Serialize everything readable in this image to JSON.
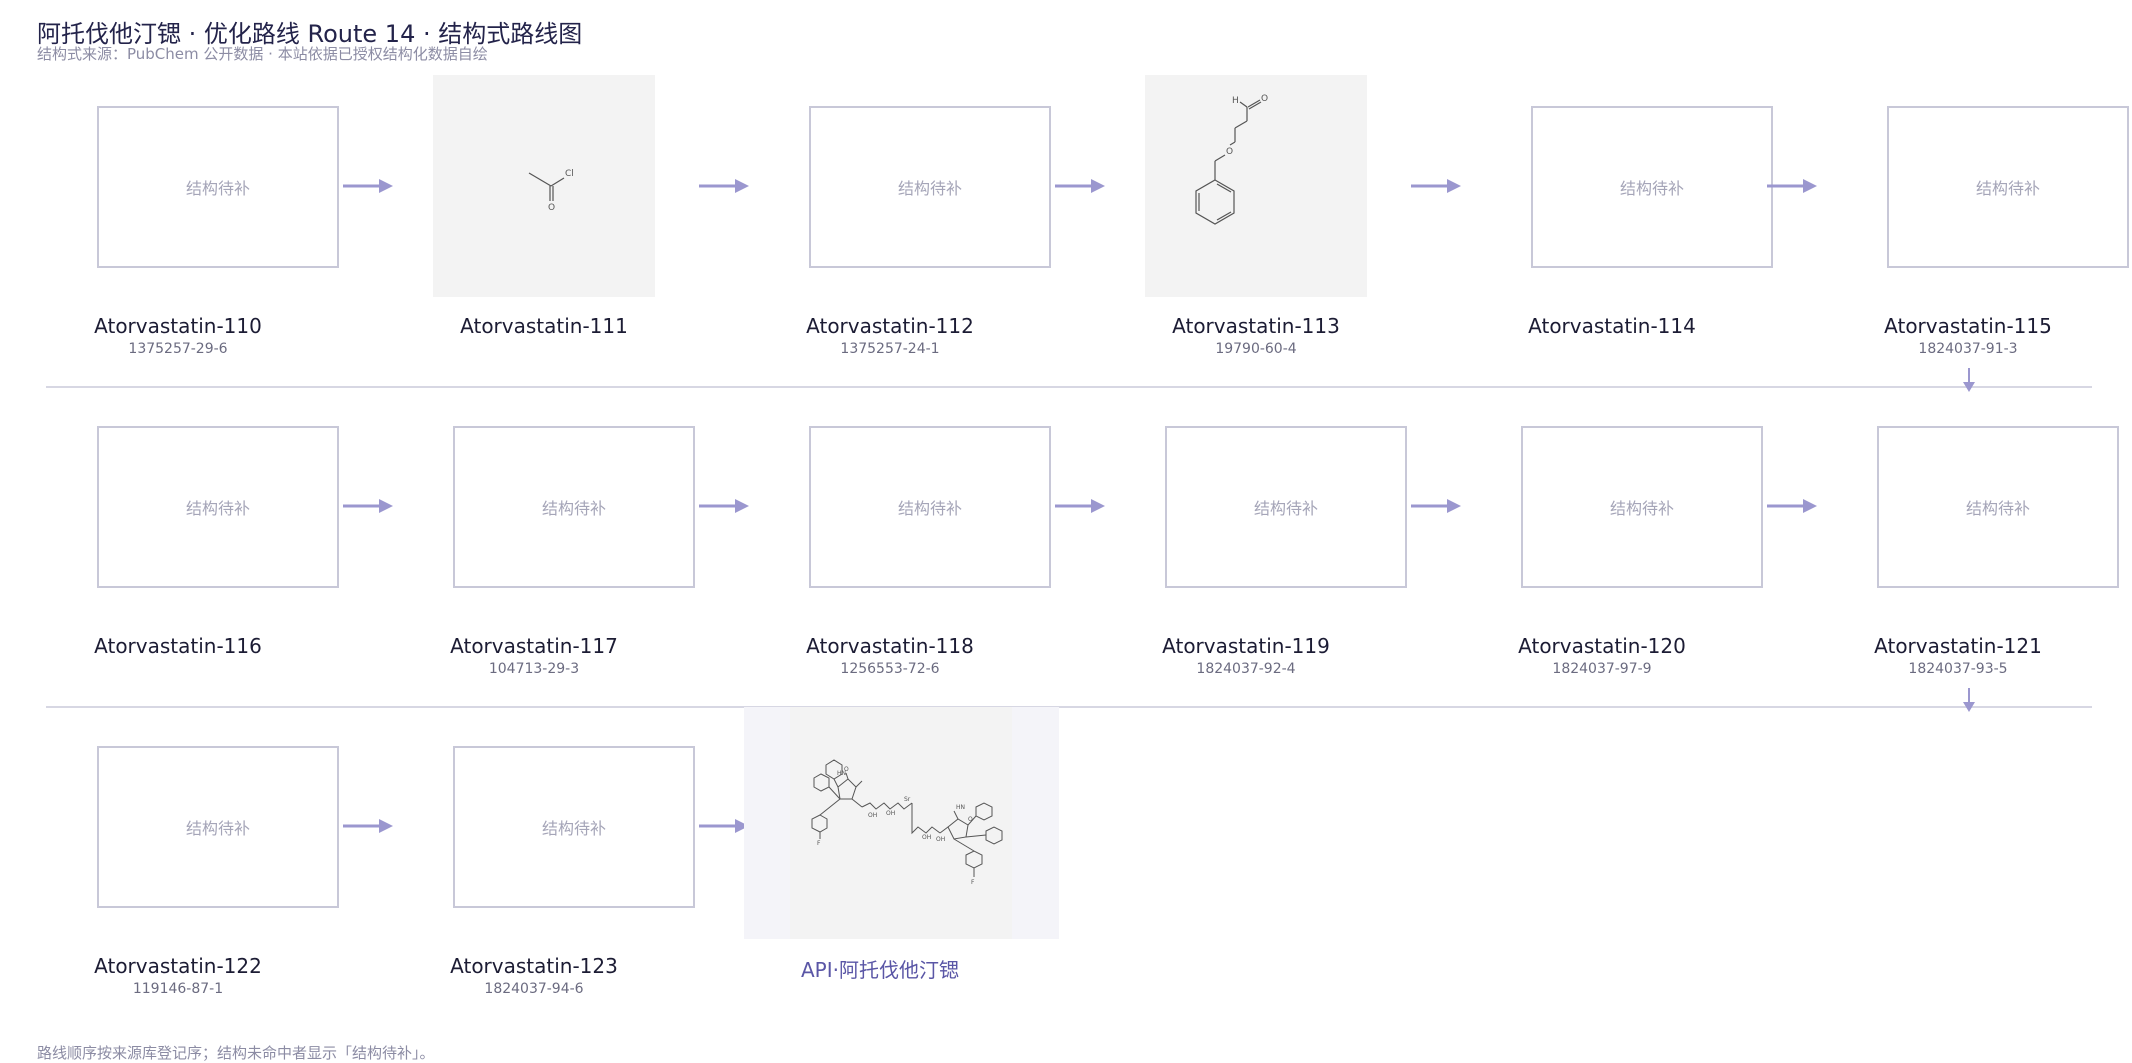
{
  "header": {
    "title": "阿托伐他汀锶 · 优化路线 Route 14 · 结构式路线图",
    "subtitle": "结构式来源：PubChem 公开数据 · 本站依据已授权结构化数据自绘"
  },
  "placeholder_text": "结构待补",
  "compounds": [
    {
      "name": "Atorvastatin-110",
      "cas": "1375257-29-6",
      "structure": "placeholder"
    },
    {
      "name": "Atorvastatin-111",
      "cas": "",
      "structure": "acetyl-chloride"
    },
    {
      "name": "Atorvastatin-112",
      "cas": "1375257-24-1",
      "structure": "placeholder"
    },
    {
      "name": "Atorvastatin-113",
      "cas": "19790-60-4",
      "structure": "3-benzyloxy-propanal"
    },
    {
      "name": "Atorvastatin-114",
      "cas": "",
      "structure": "placeholder"
    },
    {
      "name": "Atorvastatin-115",
      "cas": "1824037-91-3",
      "structure": "placeholder"
    },
    {
      "name": "Atorvastatin-116",
      "cas": "",
      "structure": "placeholder"
    },
    {
      "name": "Atorvastatin-117",
      "cas": "104713-29-3",
      "structure": "placeholder"
    },
    {
      "name": "Atorvastatin-118",
      "cas": "1256553-72-6",
      "structure": "placeholder"
    },
    {
      "name": "Atorvastatin-119",
      "cas": "1824037-92-4",
      "structure": "placeholder"
    },
    {
      "name": "Atorvastatin-120",
      "cas": "1824037-97-9",
      "structure": "placeholder"
    },
    {
      "name": "Atorvastatin-121",
      "cas": "1824037-93-5",
      "structure": "placeholder"
    },
    {
      "name": "Atorvastatin-122",
      "cas": "119146-87-1",
      "structure": "placeholder"
    },
    {
      "name": "Atorvastatin-123",
      "cas": "1824037-94-6",
      "structure": "placeholder"
    }
  ],
  "api": {
    "name": "API·阿托伐他汀锶",
    "structure": "atorvastatin-strontium"
  },
  "structure_labels": {
    "cl": "Cl",
    "o": "O",
    "h": "H",
    "f": "F",
    "sr": "Sr",
    "hn": "HN",
    "oh": "OH"
  },
  "footer": "路线顺序按来源库登记序；结构未命中者显示「结构待补」。",
  "colors": {
    "arrow": "#9b97cf",
    "box_border": "#c8c8d8",
    "api_label": "#5a56a6",
    "divider": "#d7d7e3"
  }
}
